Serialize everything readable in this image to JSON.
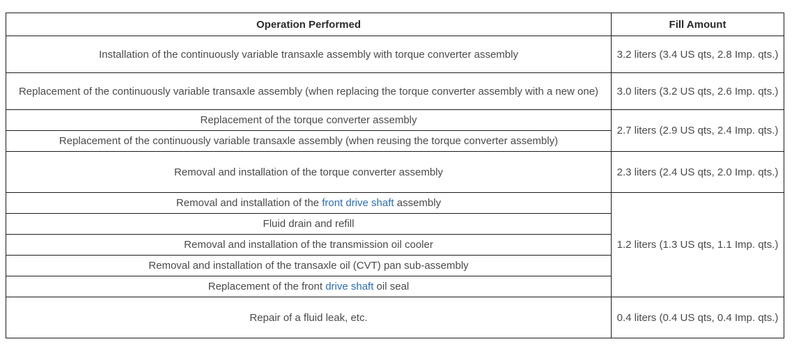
{
  "table": {
    "headers": {
      "operation": "Operation Performed",
      "fill": "Fill Amount"
    },
    "rows": [
      {
        "id": "install-cvt-with-tc",
        "operation_prefix": "Installation of the continuously variable transaxle assembly with torque converter assembly",
        "operation_link": "",
        "operation_suffix": "",
        "fill": "3.2 liters (3.4 US qts, 2.8 Imp. qts.)",
        "fill_rowspan": 1,
        "size": "tall"
      },
      {
        "id": "replace-cvt-new-tc",
        "operation_prefix": "Replacement of the continuously variable transaxle assembly (when replacing the torque converter assembly with a new one)",
        "operation_link": "",
        "operation_suffix": "",
        "fill": "3.0 liters (3.2 US qts, 2.6 Imp. qts.)",
        "fill_rowspan": 1,
        "size": "tall"
      },
      {
        "id": "replace-torque-converter",
        "operation_prefix": "Replacement of the torque converter assembly",
        "operation_link": "",
        "operation_suffix": "",
        "fill": "2.7 liters (2.9 US qts, 2.4 Imp. qts.)",
        "fill_rowspan": 2,
        "size": "normal"
      },
      {
        "id": "replace-cvt-reusing-tc",
        "operation_prefix": "Replacement of the continuously variable transaxle assembly (when reusing the torque converter assembly)",
        "operation_link": "",
        "operation_suffix": "",
        "fill": null,
        "fill_rowspan": 0,
        "size": "normal"
      },
      {
        "id": "remove-install-torque-converter",
        "operation_prefix": "Removal and installation of the torque converter assembly",
        "operation_link": "",
        "operation_suffix": "",
        "fill": "2.3 liters (2.4 US qts, 2.0 Imp. qts.)",
        "fill_rowspan": 1,
        "size": "xtall"
      },
      {
        "id": "remove-install-front-drive-shaft",
        "operation_prefix": "Removal and installation of the ",
        "operation_link": "front drive shaft",
        "operation_suffix": " assembly",
        "fill": "1.2 liters (1.3 US qts, 1.1 Imp. qts.)",
        "fill_rowspan": 5,
        "size": "normal"
      },
      {
        "id": "fluid-drain-and-refill",
        "operation_prefix": "Fluid drain and refill",
        "operation_link": "",
        "operation_suffix": "",
        "fill": null,
        "fill_rowspan": 0,
        "size": "normal"
      },
      {
        "id": "remove-install-transmission-oil-cooler",
        "operation_prefix": "Removal and installation of the transmission oil cooler",
        "operation_link": "",
        "operation_suffix": "",
        "fill": null,
        "fill_rowspan": 0,
        "size": "normal"
      },
      {
        "id": "remove-install-transaxle-oil-pan",
        "operation_prefix": "Removal and installation of the transaxle oil (CVT) pan sub-assembly",
        "operation_link": "",
        "operation_suffix": "",
        "fill": null,
        "fill_rowspan": 0,
        "size": "normal"
      },
      {
        "id": "replace-front-drive-shaft-oil-seal",
        "operation_prefix": "Replacement of the front ",
        "operation_link": "drive shaft",
        "operation_suffix": " oil seal",
        "fill": null,
        "fill_rowspan": 0,
        "size": "normal"
      },
      {
        "id": "repair-fluid-leak",
        "operation_prefix": "Repair of a fluid leak, etc.",
        "operation_link": "",
        "operation_suffix": "",
        "fill": "0.4 liters (0.4 US qts, 0.4 Imp. qts.)",
        "fill_rowspan": 1,
        "size": "xtall"
      }
    ]
  },
  "colors": {
    "text": "#4a4a4a",
    "header_text": "#2b2b2b",
    "link": "#2a6ebb",
    "border": "#1b1b1b",
    "background": "#ffffff"
  }
}
